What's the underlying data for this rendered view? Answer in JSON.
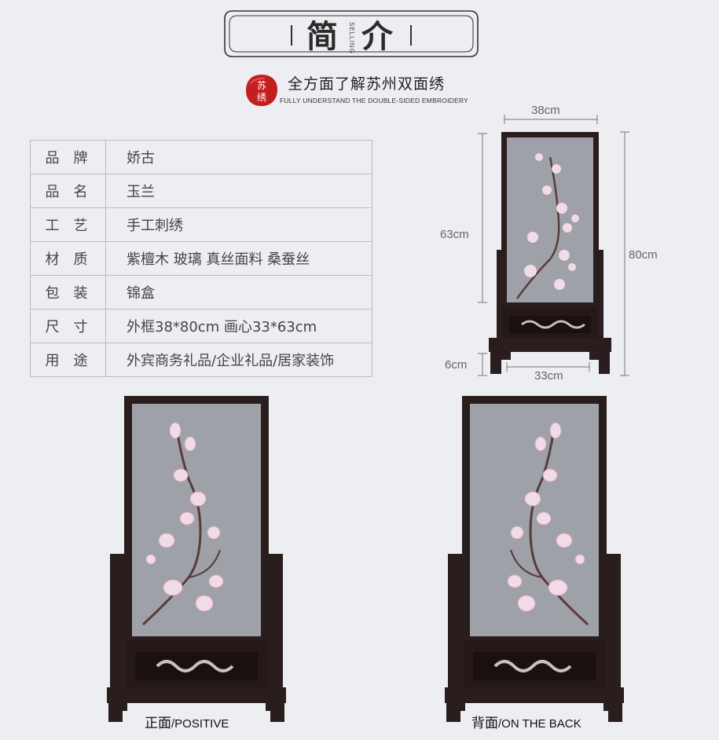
{
  "banner": {
    "title_1": "简",
    "title_2": "介",
    "vertical_en": "SELLING"
  },
  "seal_text": "苏绣",
  "subtitle": {
    "cn": "全方面了解苏州双面绣",
    "en": "FULLY UNDERSTAND THE DOUBLE-SIDED EMBROIDERY"
  },
  "spec_rows": [
    {
      "key": "品牌",
      "value": "娇古"
    },
    {
      "key": "品名",
      "value": "玉兰"
    },
    {
      "key": "工艺",
      "value": "手工刺绣"
    },
    {
      "key": "材质",
      "value": "紫檀木 玻璃 真丝面料 桑蚕丝"
    },
    {
      "key": "包装",
      "value": "锦盒"
    },
    {
      "key": "尺寸",
      "value": "外框38*80cm 画心33*63cm"
    },
    {
      "key": "用途",
      "value": "外宾商务礼品/企业礼品/居家装饰"
    }
  ],
  "dimensions": {
    "top_width": "38cm",
    "panel_height": "63cm",
    "total_height": "80cm",
    "base_height": "6cm",
    "panel_width": "33cm"
  },
  "captions": {
    "front_cn": "正面",
    "front_en": "/POSITIVE",
    "back_cn": "背面",
    "back_en": "/ON THE BACK"
  },
  "colors": {
    "background": "#edeef2",
    "wood": "#2a1d1d",
    "silk": "#9ea1a8",
    "seal_red": "#c41f1f",
    "blossom": "#f1dbe6"
  }
}
